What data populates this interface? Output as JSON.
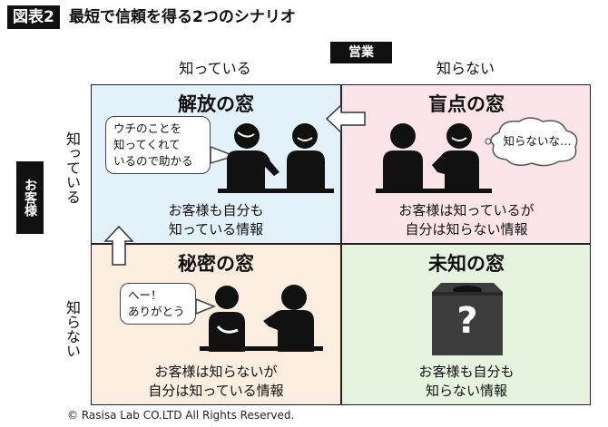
{
  "header": {
    "tag": "図表2",
    "title": "最短で信頼を得る2つのシナリオ"
  },
  "axes": {
    "top_label": "営業",
    "left_label": "お客様",
    "col_known": "知っている",
    "col_unknown": "知らない",
    "row_known": "知っている",
    "row_unknown": "知らない"
  },
  "quadrants": {
    "open": {
      "title": "解放の窓",
      "desc_line1": "お客様も自分も",
      "desc_line2": "知っている情報",
      "bubble_line1": "ウチのことを",
      "bubble_line2": "知ってくれて",
      "bubble_line3": "いるので助かる",
      "color": "#e3f1fb"
    },
    "blind": {
      "title": "盲点の窓",
      "desc_line1": "お客様は知っているが",
      "desc_line2": "自分は知らない情報",
      "bubble": "知らないな…",
      "color": "#fbe4e8"
    },
    "hidden": {
      "title": "秘密の窓",
      "desc_line1": "お客様は知らないが",
      "desc_line2": "自分は知っている情報",
      "bubble_line1": "へー！",
      "bubble_line2": "ありがとう",
      "color": "#fbeee0"
    },
    "unknown": {
      "title": "未知の窓",
      "desc_line1": "お客様も自分も",
      "desc_line2": "知らない情報",
      "box_symbol": "?",
      "color": "#e5f3df"
    }
  },
  "credit": "© Rasisa Lab CO.LTD All Rights Reserved."
}
